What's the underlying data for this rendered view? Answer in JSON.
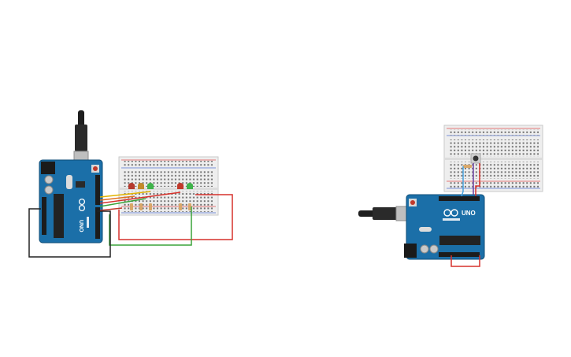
{
  "left_circuit": {
    "board_label": "UNO",
    "board_logo": "arduino-infinity-logo",
    "leds": [
      {
        "color": "#b53a2e"
      },
      {
        "color": "#c28a2a"
      },
      {
        "color": "#3fb34a"
      },
      {
        "color": "#c0392b"
      },
      {
        "color": "#3fb34a"
      }
    ],
    "resistor_count": 5,
    "wire_colors": [
      "#d6312b",
      "#3aa33a",
      "#222222",
      "#e2b400",
      "#e07020"
    ]
  },
  "right_circuit": {
    "board_label": "UNO",
    "board_logo": "arduino-infinity-logo",
    "components": [
      "pushbutton",
      "resistor"
    ],
    "wire_colors": [
      "#d6312b",
      "#4aa3df",
      "#6b3fa0"
    ]
  },
  "colors": {
    "board_blue": "#1b6fa8",
    "breadboard": "#eeeeee",
    "rail_red": "#e05050",
    "rail_blue": "#5070d0"
  }
}
